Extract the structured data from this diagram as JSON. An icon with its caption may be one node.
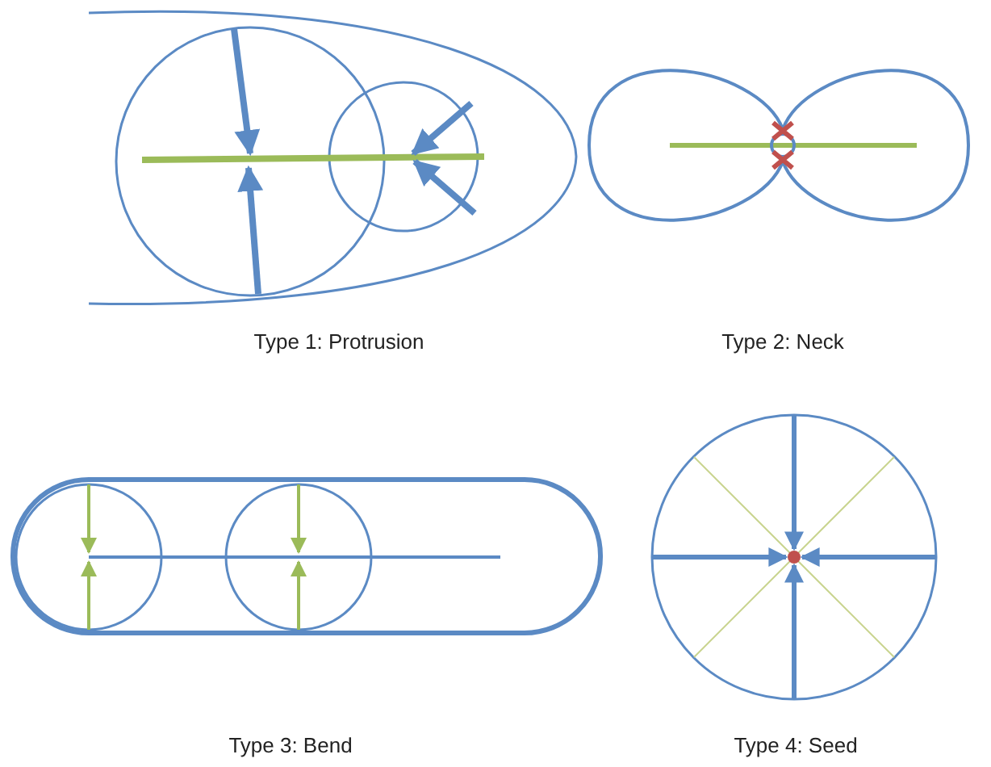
{
  "diagram": {
    "labels": [
      "Type 1: Protrusion",
      "Type 2: Neck",
      "Type 3: Bend",
      "Type 4: Seed"
    ]
  }
}
